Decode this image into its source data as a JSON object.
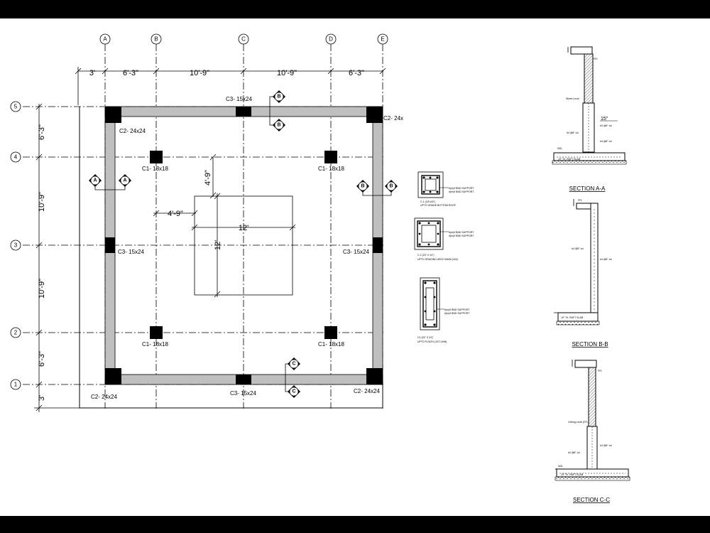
{
  "grid": {
    "columns": [
      "A",
      "B",
      "C",
      "D",
      "E"
    ],
    "rows": [
      "5",
      "4",
      "3",
      "2",
      "1"
    ]
  },
  "dimensions": {
    "horizontal": [
      "3'",
      "6'-3\"",
      "10'-9\"",
      "10'-9\"",
      "6'-3\""
    ],
    "vertical": [
      "6'-3\"",
      "10'-9\"",
      "10'-9\"",
      "6'-3\"",
      "3'"
    ],
    "opening": {
      "offset_x": "4'-9\"",
      "offset_y": "4'-9\"",
      "width": "12'",
      "height": "12'"
    }
  },
  "column_labels": {
    "c2_left_top": "C2- 24x24",
    "c2_right_top": "C2- 24x",
    "c3_top": "C3- 15x24",
    "c1_top_left": "C1- 18x18",
    "c1_top_right": "C1- 18x18",
    "c3_left": "C3- 15x24",
    "c3_right": "C3- 15x24",
    "c1_bottom_left": "C1- 18x18",
    "c1_bottom_right": "C1- 18x18",
    "c2_left_bottom": "C2- 24x24",
    "c3_bottom": "C3- 15x24",
    "c2_right_bottom": "C2- 24x24"
  },
  "section_cuts": {
    "a": "A",
    "b": "B",
    "c": "C"
  },
  "column_details": {
    "c1": {
      "caption": "C-1 (18\"x18\")",
      "note": "UPTO GRADE BOTTOM ROOF",
      "rebar1": "#(m)/f BND SUPPORT",
      "rebar2": "#(m)/f BND SUPPORT"
    },
    "c2": {
      "caption": "C-2 (24\" X 24\")",
      "note": "UPTO GRADING ARCH MAIN (UNI)",
      "rebar1": "#(m)/f BND SUPPORT",
      "rebar2": "#(m)/f BND SUPPORT"
    },
    "c3": {
      "caption": "C3 (15\" X 24\")",
      "note": "UPTO PLINTH (1ST UNN)",
      "rebar1": "#(m)/f BND SUPPORT",
      "rebar2": "#(m)/f BND SUPPORT"
    }
  },
  "sections": {
    "aa": {
      "title": "SECTION A-A",
      "dim": "15\"",
      "slab": "10\" Th. RAFT SLAB"
    },
    "bb": {
      "title": "SECTION B-B",
      "slab": "10\" Th. RAFT SLAB"
    },
    "cc": {
      "title": "SECTION C-C",
      "slab": "10\" Th. RAFT SLAB"
    }
  },
  "colors": {
    "background": "#ffffff",
    "ink": "#000000",
    "beam_fill": "#bfbfbf",
    "frame": "#000000"
  }
}
